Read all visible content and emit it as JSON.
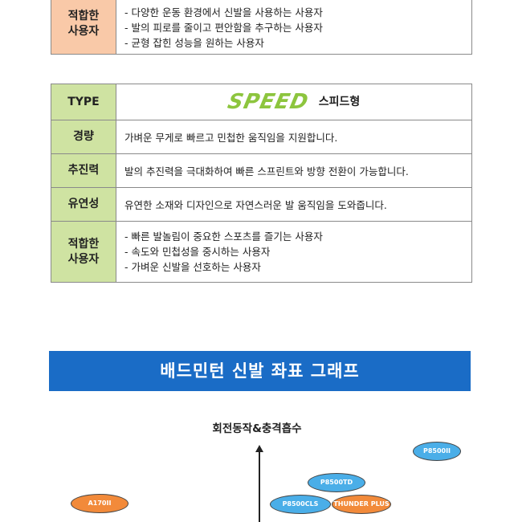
{
  "top_table": {
    "label": [
      "적합한",
      "사용자"
    ],
    "items": [
      "다양한 운동 환경에서 신발을 사용하는 사용자",
      "발의 피로를 줄이고 편안함을 추구하는 사용자",
      "균형 잡힌 성능을 원하는 사용자"
    ]
  },
  "speed_table": {
    "type_label": "TYPE",
    "logo_text": "SPEED",
    "type_name": "스피드형",
    "rows": [
      {
        "label": "경량",
        "text": "가벼운 무게로 빠르고 민첩한 움직임을 지원합니다."
      },
      {
        "label": "추진력",
        "text": "발의 추진력을 극대화하여 빠른 스프린트와 방향 전환이 가능합니다."
      },
      {
        "label": "유연성",
        "text": "유연한 소재와 디자인으로 자연스러운 발 움직임을 도와줍니다."
      }
    ],
    "fit_label": [
      "적합한",
      "사용자"
    ],
    "fit_items": [
      "빠른 발놀림이 중요한 스포츠를 즐기는 사용자",
      "속도와 민첩성을 중시하는 사용자",
      "가벼운 신발을 선호하는 사용자"
    ]
  },
  "graph": {
    "banner": "배드민턴 신발 좌표 그래프",
    "y_axis_title": "회전동작&충격흡수",
    "products": [
      {
        "name": "P8500II",
        "color": "#4aaee8"
      },
      {
        "name": "P8500TD",
        "color": "#4aaee8"
      },
      {
        "name": "A170II",
        "color": "#f28a3a"
      },
      {
        "name": "P8500CLS",
        "color": "#4aaee8"
      },
      {
        "name": "THUNDER PLUS",
        "color": "#f28a3a"
      }
    ]
  }
}
